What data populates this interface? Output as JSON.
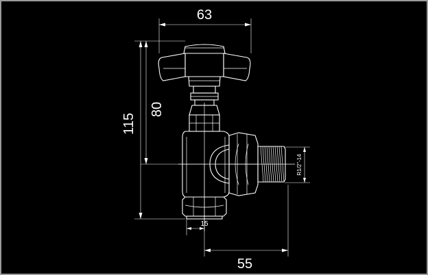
{
  "dimensions": {
    "width_top": "63",
    "width_bottom": "55",
    "height_total": "115",
    "height_inner": "80",
    "pipe_center": "15",
    "thread": "R1/2\"-14"
  },
  "colors": {
    "background": "#000000",
    "lines": "#ffffff",
    "frame": "#9a9a9a"
  }
}
